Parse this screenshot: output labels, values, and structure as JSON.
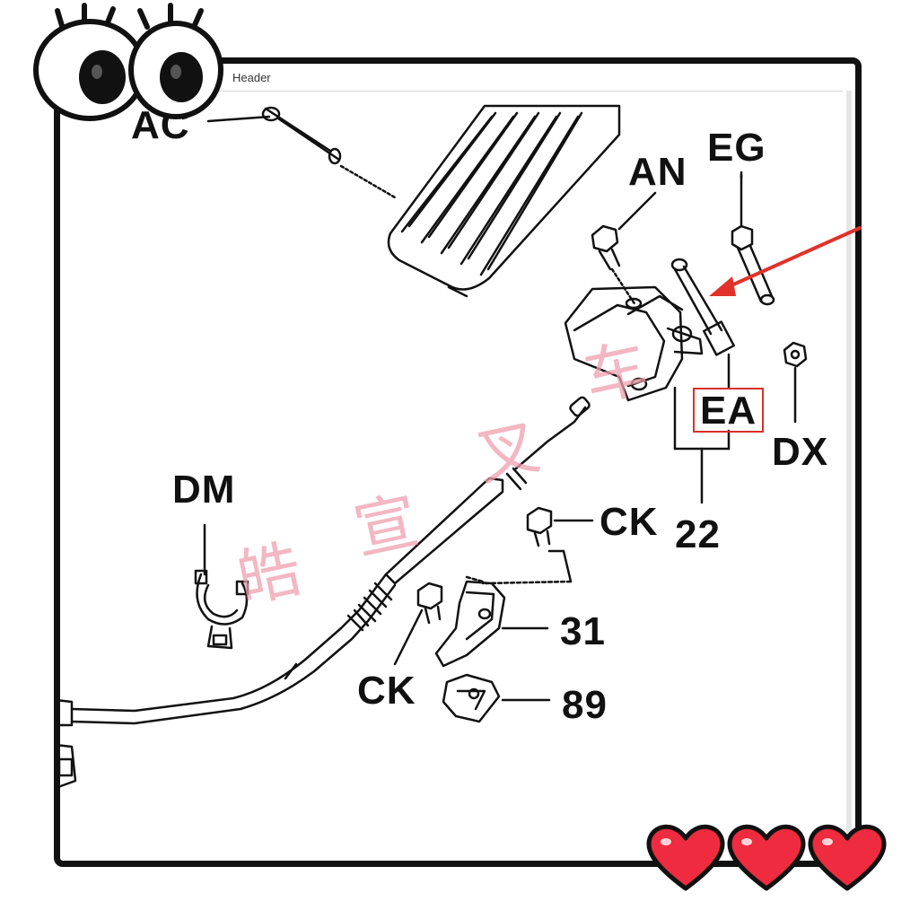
{
  "window": {
    "header_text": "Header"
  },
  "labels": {
    "ac": "AC",
    "eg": "EG",
    "an": "AN",
    "ea": "EA",
    "dx": "DX",
    "dm": "DM",
    "ck_top": "CK",
    "n22": "22",
    "n31": "31",
    "ck_bottom": "CK",
    "n89": "89"
  },
  "watermark": {
    "c1": "皓",
    "c2": "宣",
    "c3": "叉",
    "c4": "车"
  },
  "colors": {
    "arrow": "#e0322a",
    "highlight_box": "#d9302a",
    "heart": "#ee2b3f",
    "watermark": "#ef9fb0"
  }
}
